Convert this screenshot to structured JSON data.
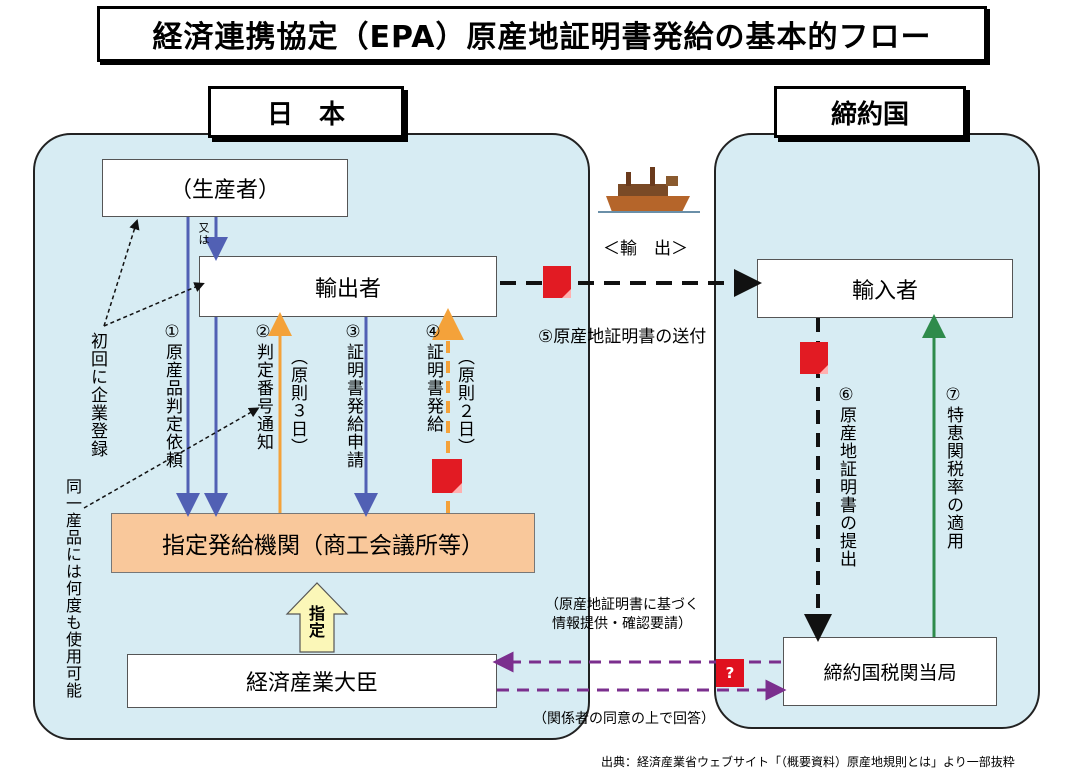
{
  "title": "経済連携協定（EPA）原産地証明書発給の基本的フロー",
  "japan": {
    "header": "日　本",
    "producer": "（生産者）",
    "or_label": "又は",
    "exporter": "輸出者",
    "issuing_body": "指定発給機関（商工会議所等）",
    "minister": "経済産業大臣",
    "designation": "指定"
  },
  "partner": {
    "header": "締約国",
    "importer": "輸入者",
    "customs": "締約国税関当局"
  },
  "export_label": "＜輸　出＞",
  "steps": {
    "s1": "①原産品判定依頼",
    "s2": "②判定番号通知",
    "s2_note": "（原則３日）",
    "s3": "③証明書発給申請",
    "s4": "④証明書発給",
    "s4_note": "（原則２日）",
    "s5": "⑤原産地証明書の送付",
    "s6": "⑥原産地証明書の提出",
    "s7": "⑦特恵関税率の適用"
  },
  "side_notes": {
    "registration": "初回に企業登録",
    "reuse": "同一産品には何度も使用可能"
  },
  "inquiry": {
    "request": "（原産地証明書に基づく情報提供・確認要請）",
    "reply": "（関係者の同意の上で回答）",
    "question_mark": "?"
  },
  "source": "出典：経済産業省ウェブサイト「（概要資料）原産地規則とは」より一部抜粋",
  "colors": {
    "region": "#d7ecf3",
    "blue_arrow": "#5160b4",
    "orange_arrow": "#f4a23a",
    "green_arrow": "#2e8b4b",
    "purple_arrow": "#7b2f8e",
    "document_red": "#e21b23"
  }
}
